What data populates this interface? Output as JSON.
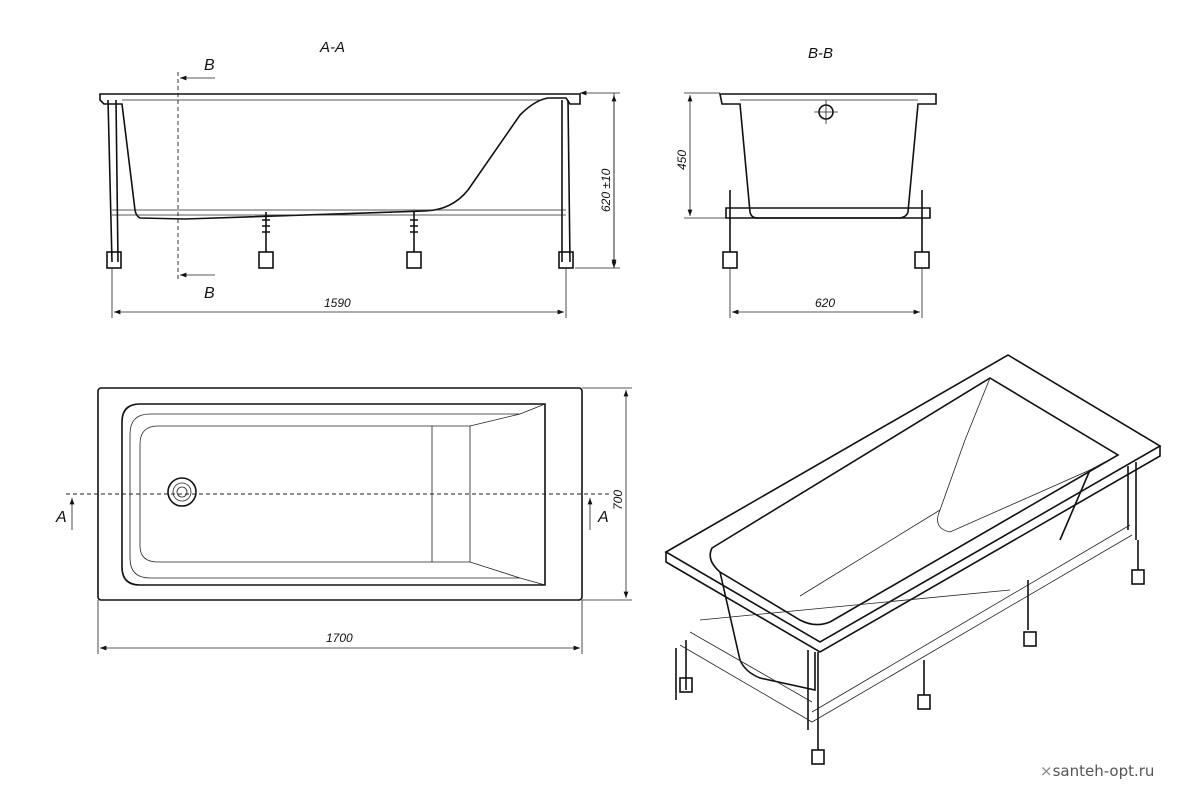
{
  "section_aa": {
    "title": "A-A",
    "cut_label_top": "B",
    "cut_label_bottom": "B",
    "dim_height": "620 ±10",
    "dim_length": "1590"
  },
  "section_bb": {
    "title": "B-B",
    "dim_depth": "450",
    "dim_width": "620"
  },
  "plan_view": {
    "cut_label_left": "A",
    "cut_label_right": "A",
    "dim_width": "700",
    "dim_length": "1700"
  },
  "watermark": {
    "icon": "x-cross-icon",
    "text": "santeh-opt.ru"
  }
}
